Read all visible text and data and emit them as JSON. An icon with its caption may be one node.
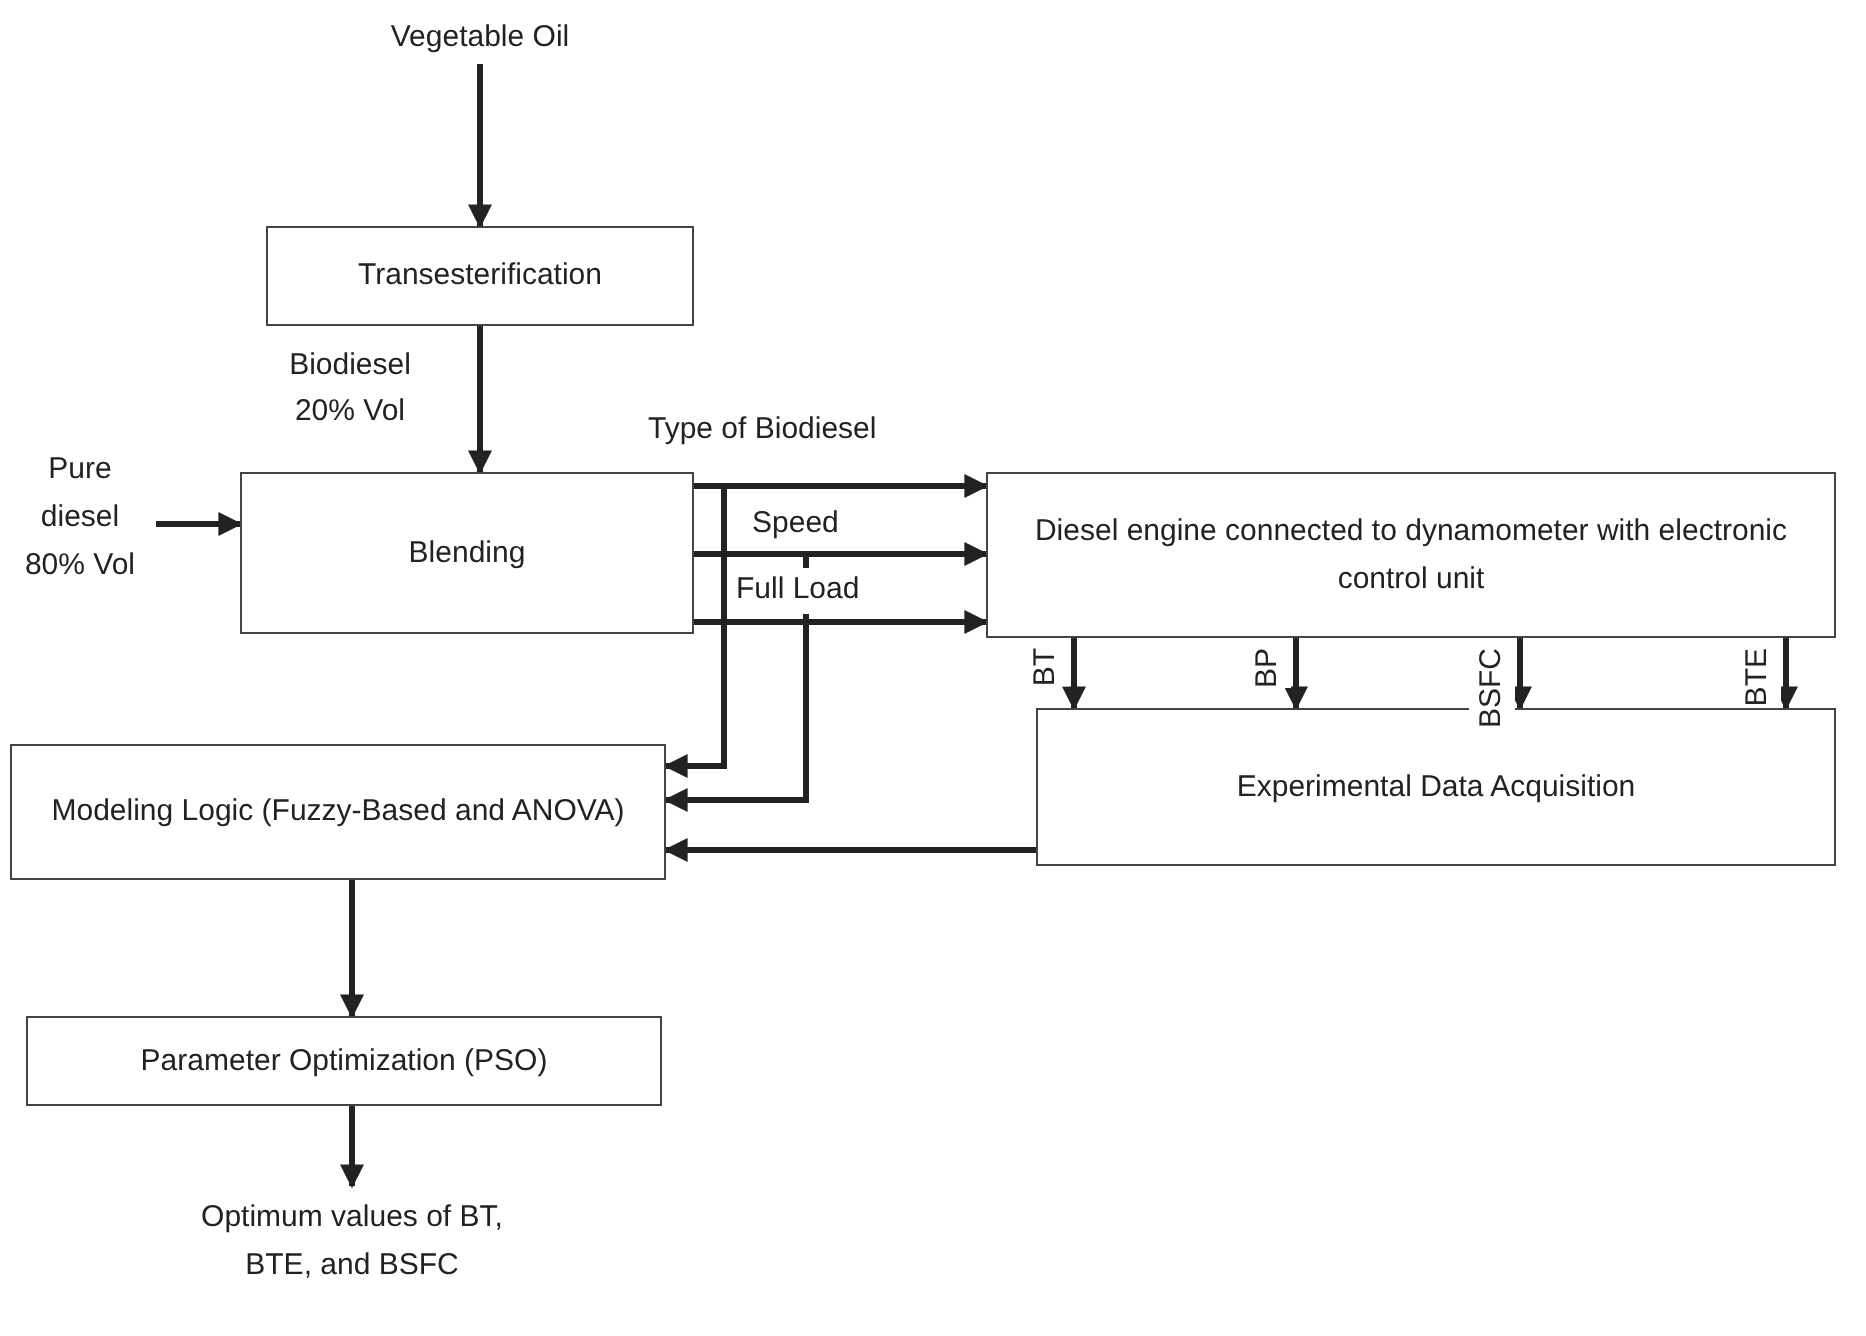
{
  "diagram": {
    "nodes": [
      {
        "text": [
          "Vegetable Oil"
        ]
      },
      {
        "text": [
          "Transesterification"
        ]
      },
      {
        "text": [
          "Blending"
        ]
      },
      {
        "text": [
          "Pure diesel 80% Vol"
        ]
      },
      {
        "text": [
          "Diesel engine connected to dynamometer with electronic control unit"
        ]
      },
      {
        "text": [
          "Experimental Data Acquisition"
        ]
      },
      {
        "text": [
          "Modeling Logic (Fuzzy-Based and ANOVA)"
        ]
      },
      {
        "text": [
          "Parameter Optimization (PSO)"
        ]
      },
      {
        "text": [
          "Optimum values of BT, BTE, and BSFC"
        ]
      }
    ],
    "edges": [
      {
        "from": 0,
        "to": 1,
        "arrow": "to"
      },
      {
        "from": 1,
        "to": 2,
        "arrow": "to",
        "label": "Biodiesel 20% Vol"
      },
      {
        "from": 3,
        "to": 2,
        "arrow": "to"
      },
      {
        "from": 2,
        "to": 4,
        "arrow": "to",
        "label": "Type of Biodiesel"
      },
      {
        "from": 2,
        "to": 4,
        "arrow": "to",
        "label": "Speed"
      },
      {
        "from": 2,
        "to": 4,
        "arrow": "to",
        "label": "Full Load"
      },
      {
        "from": 2,
        "to": 6,
        "arrow": "to"
      },
      {
        "from": 2,
        "to": 6,
        "arrow": "to"
      },
      {
        "from": 4,
        "to": 5,
        "arrow": "to",
        "label": "BT"
      },
      {
        "from": 4,
        "to": 5,
        "arrow": "to",
        "label": "BP"
      },
      {
        "from": 4,
        "to": 5,
        "arrow": "to",
        "label": "BSFC"
      },
      {
        "from": 4,
        "to": 5,
        "arrow": "to",
        "label": "BTE"
      },
      {
        "from": 5,
        "to": 6,
        "arrow": "to"
      },
      {
        "from": 6,
        "to": 7,
        "arrow": "to"
      },
      {
        "from": 7,
        "to": 8,
        "arrow": "to"
      }
    ]
  }
}
